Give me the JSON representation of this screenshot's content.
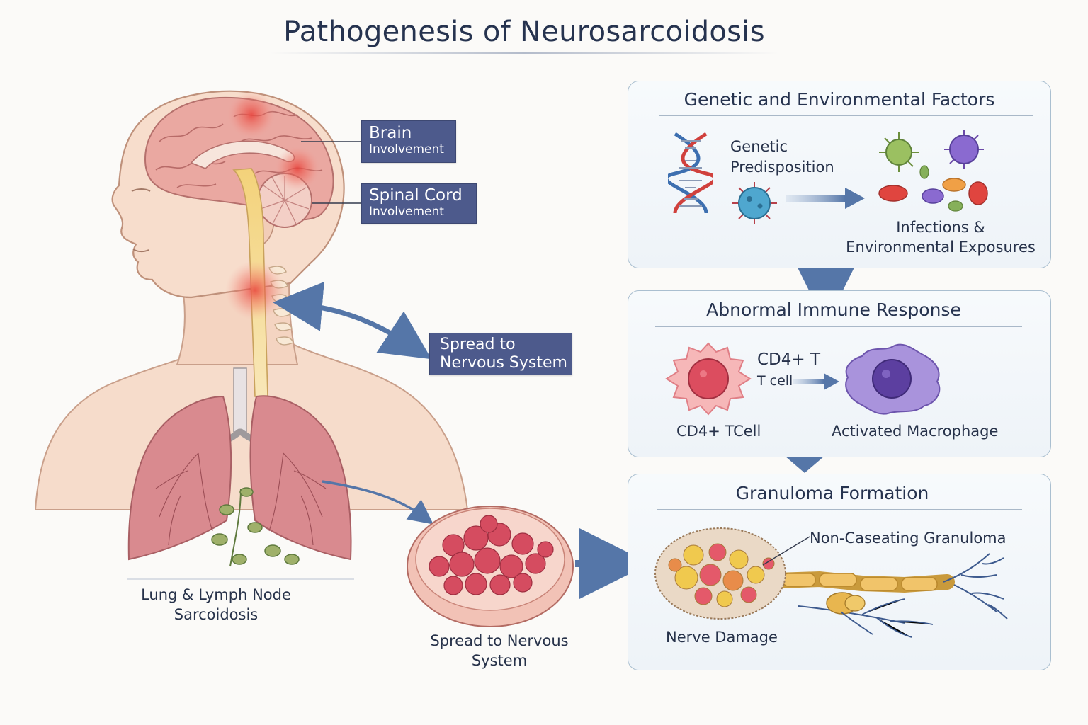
{
  "title": "Pathogenesis of Neurosarcoidosis",
  "tags": {
    "brain": {
      "line1": "Brain",
      "line2": "Involvement"
    },
    "spinal": {
      "line1": "Spinal Cord",
      "line2": "Involvement"
    },
    "spread": {
      "line1": "Spread to",
      "line2": "Nervous System"
    }
  },
  "labels": {
    "lung_line1": "Lung & Lymph Node",
    "lung_line2": "Sarcoidosis",
    "spread_line1": "Spread to Nervous",
    "spread_line2": "System"
  },
  "panels": {
    "genetic": {
      "title": "Genetic and Environmental Factors",
      "predisposition_line1": "Genetic",
      "predisposition_line2": "Predisposition",
      "infections_line1": "Infections &",
      "infections_line2": "Environmental Exposures"
    },
    "immune": {
      "title": "Abnormal Immune Response",
      "arrow_line1": "CD4+ T",
      "arrow_line2": "T cell",
      "tcell": "CD4+ TCell",
      "macrophage": "Activated Macrophage"
    },
    "granuloma": {
      "title": "Granuloma Formation",
      "non_caseating": "Non-Caseating Granuloma",
      "nerve_damage": "Nerve Damage"
    }
  },
  "colors": {
    "tag_fill": "#4d5a8c",
    "arrow_blue": "#5576a8",
    "skin": "#f6dccb",
    "brain": "#e9a6a0",
    "lung": "#d98a8f",
    "inflammation": "#e8413a",
    "panel_border": "#aabfd0"
  }
}
